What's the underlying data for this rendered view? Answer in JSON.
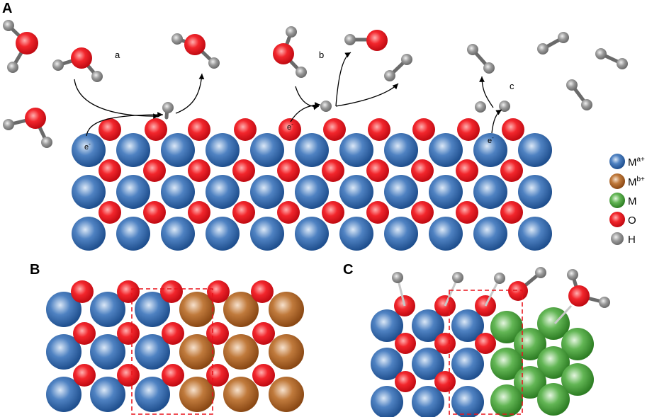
{
  "panels": {
    "a": "A",
    "b": "B",
    "c": "C"
  },
  "steps": {
    "a": "a",
    "b": "b",
    "c": "c"
  },
  "electron": {
    "base": "e",
    "sup": "-"
  },
  "legend": [
    {
      "base": "M",
      "sup": "a+",
      "color": "#2f64a8",
      "icon": "blue-metal-sphere"
    },
    {
      "base": "M",
      "sup": "b+",
      "color": "#a35a1f",
      "icon": "brown-metal-sphere"
    },
    {
      "base": "M",
      "sup": "",
      "color": "#3c9a30",
      "icon": "green-metal-sphere"
    },
    {
      "base": "O",
      "sup": "",
      "color": "#e8141c",
      "icon": "red-oxygen-sphere"
    },
    {
      "base": "H",
      "sup": "",
      "color": "#8c8c8c",
      "icon": "gray-hydrogen-sphere"
    }
  ],
  "colors": {
    "metal_a": "#2f64a8",
    "metal_b": "#a35a1f",
    "metal_0": "#3c9a30",
    "oxygen": "#e8141c",
    "hydrogen": "#8c8c8c",
    "boundary": "#e8141c"
  }
}
